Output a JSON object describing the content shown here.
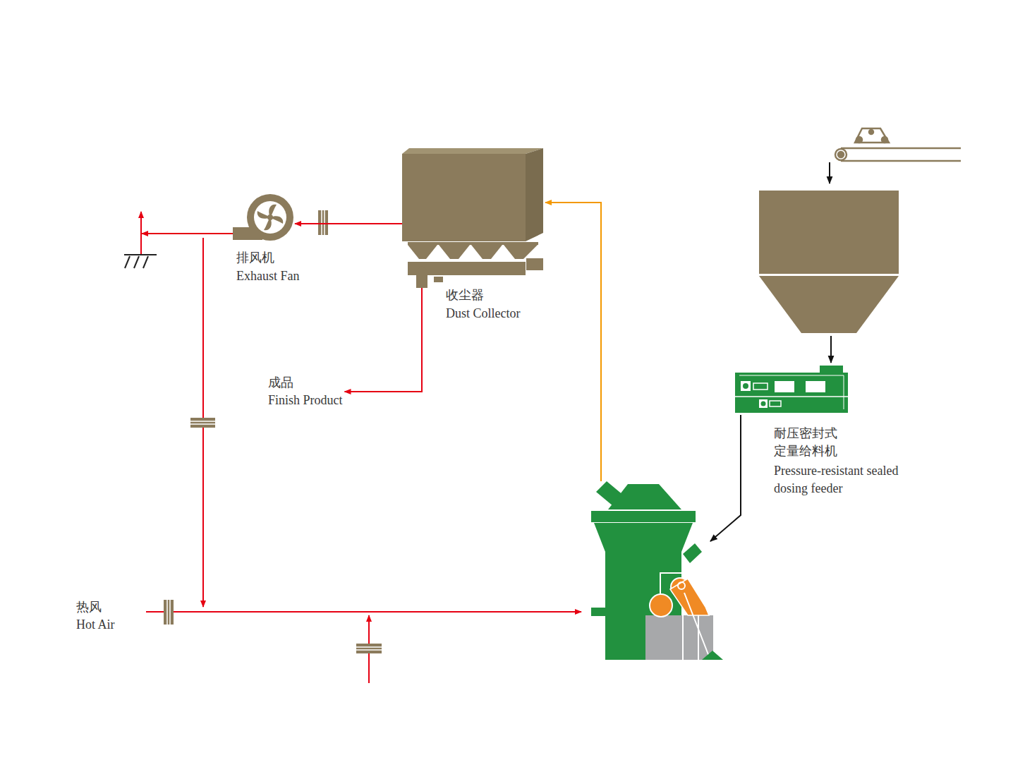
{
  "diagram": {
    "nodes": [
      {
        "text": [
          "收尘器",
          "Dust Collector"
        ]
      },
      {
        "text": [
          "排风机",
          "Exhaust Fan"
        ]
      },
      {
        "text": [
          "耐压密封式 定量给料机",
          "Pressure-resistant sealed dosing feeder"
        ]
      },
      {
        "text": [
          "成品",
          "Finish Product"
        ]
      },
      {
        "text": [
          "热风",
          "Hot Air"
        ]
      }
    ],
    "edges": [
      {
        "from": 0,
        "to": 1,
        "arrow": "to"
      },
      {
        "from": 0,
        "to": 3,
        "arrow": "to"
      }
    ]
  }
}
